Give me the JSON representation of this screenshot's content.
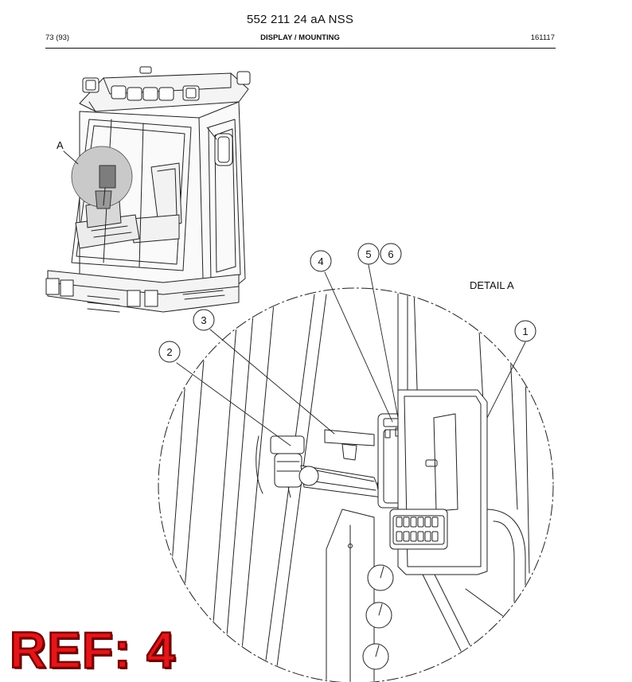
{
  "header": {
    "doc_number": "552 211 24 aA NSS",
    "page": "73 (93)",
    "section": "DISPLAY / MOUNTING",
    "date_code": "161117"
  },
  "drawing": {
    "overview_label": "A",
    "detail_title": "DETAIL A",
    "callouts": [
      "1",
      "2",
      "3",
      "4",
      "5",
      "6"
    ]
  },
  "banner": {
    "text": "REF: 4",
    "color": "#e3161a"
  }
}
